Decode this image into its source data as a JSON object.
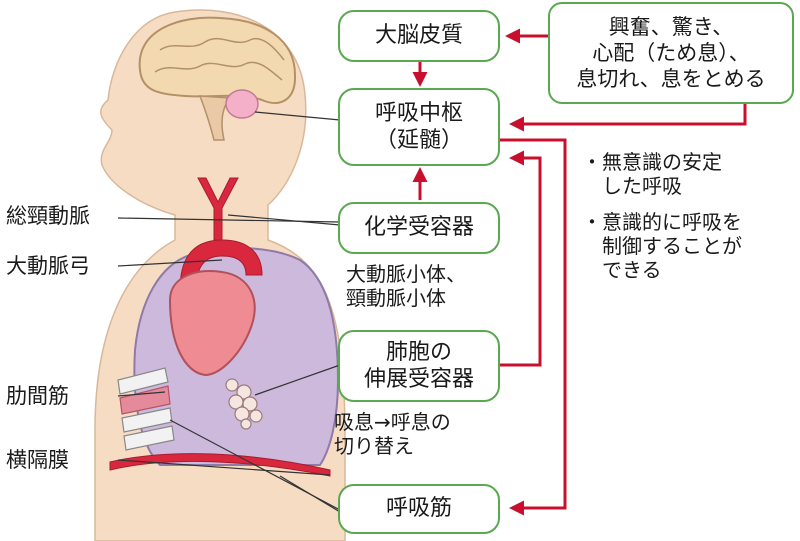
{
  "colors": {
    "arrow": "#c8102e",
    "box_border": "#5aa84f",
    "body_skin": "#f7dcc4",
    "lung": "#cdb9dc",
    "artery": "#d9283e",
    "heart": "#ee8b93"
  },
  "nodes": {
    "cerebral_cortex": "大脳皮質",
    "respiratory_center": "呼吸中枢\n（延髄）",
    "chemoreceptor": "化学受容器",
    "stretch_receptor": "肺胞の\n伸展受容器",
    "respiratory_muscle": "呼吸筋",
    "emotion_box": "興奮、驚き、\n心配（ため息）、\n息切れ、息をとめる"
  },
  "labels": {
    "carotid": "総頸動脈",
    "aortic_arch": "大動脈弓",
    "intercostal": "肋間筋",
    "diaphragm": "横隔膜"
  },
  "descriptions": {
    "chemoreceptor_sub": "大動脈小体、\n頸動脈小体",
    "stretch_sub": "吸息→呼息の\n切り替え"
  },
  "notes": {
    "note1": "・無意識の安定\n　した呼吸",
    "note2": "・意識的に呼吸を\n　制御することが\n　できる"
  }
}
